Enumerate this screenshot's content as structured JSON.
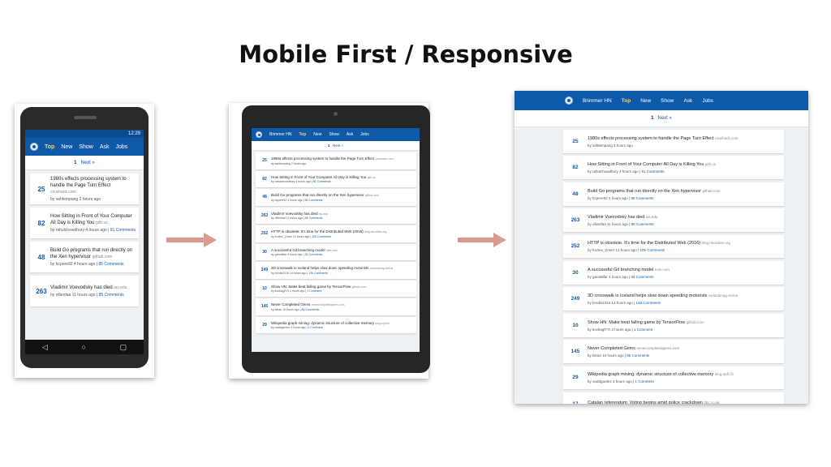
{
  "slide": {
    "title": "Mobile First / Responsive"
  },
  "app": {
    "brand": "Brimmer HN",
    "nav": [
      "Top",
      "New",
      "Show",
      "Ask",
      "Jobs"
    ],
    "pager": {
      "page": "1",
      "next": "Next »"
    }
  },
  "phone": {
    "status_time": "12:29",
    "nav_buttons": [
      "◁",
      "○",
      "▢"
    ],
    "stories": [
      {
        "score": "25",
        "title": "1980s effects processing system to handle the Page Turn Effect",
        "domain": "csushack.com",
        "meta": "by sahtempang 2 hours ago",
        "comments": ""
      },
      {
        "score": "82",
        "title": "How Sitting in Front of Your Computer All Day is Killing You",
        "domain": "gith.us",
        "meta": "by rahulchowdhury 4 hours ago |",
        "comments": "81 Comments"
      },
      {
        "score": "48",
        "title": "Build Go programs that run directly on the Xen hypervisor",
        "domain": "github.com",
        "meta": "by bcpere92 4 hours ago |",
        "comments": "85 Comments"
      },
      {
        "score": "263",
        "title": "Vladimir Voevodsky has died",
        "domain": "ias.edu",
        "meta": "by ollienfaa 11 hours ago |",
        "comments": "85 Comments"
      }
    ]
  },
  "tablet": {
    "stories": [
      {
        "score": "25",
        "title": "1980s effects processing system to handle the Page Turn Effect",
        "domain": "csushack.com",
        "meta": "by sahtempang 2 hours ago",
        "comments": ""
      },
      {
        "score": "82",
        "title": "How Sitting in Front of Your Computer All Day is Killing You",
        "domain": "gith.us",
        "meta": "by rahulchowdhury 4 hours ago |",
        "comments": "81 Comments"
      },
      {
        "score": "48",
        "title": "Build Go programs that run directly on the Xen hypervisor",
        "domain": "github.com",
        "meta": "by bcpere92 4 hours ago |",
        "comments": "85 Comments"
      },
      {
        "score": "263",
        "title": "Vladimir Voevodsky has died",
        "domain": "ias.edu",
        "meta": "by ollienfaa 11 hours ago |",
        "comments": "85 Comments"
      },
      {
        "score": "252",
        "title": "HTTP is obsolete. It's time for the Distributed Web (2016)",
        "domain": "blog.neocities.org",
        "meta": "by Kortex_Zoner 13 hours ago |",
        "comments": "105 Comments"
      },
      {
        "score": "30",
        "title": "A successful Git branching model",
        "domain": "nvie.com",
        "meta": "by gandalfar 4 hours ago |",
        "comments": "34 Comments"
      },
      {
        "score": "249",
        "title": "3D crosswalk in Iceland helps slow down speeding motorists",
        "domain": "icelandmag.visir.is",
        "meta": "by bredis2315 14 hours ago |",
        "comments": "126 Comments"
      },
      {
        "score": "10",
        "title": "Show HN: Make beat falling game by TensorFlow",
        "domain": "github.com",
        "meta": "by kovkaglTYI 3 hours ago |",
        "comments": "1 Comment"
      },
      {
        "score": "145",
        "title": "Never Completed Gems",
        "domain": "nevercompletedgems.com",
        "meta": "by biiran 10 hours ago |",
        "comments": "85 Comments"
      },
      {
        "score": "29",
        "title": "Wikipedia graph mining: dynamic structure of collective memory",
        "domain": "blog.epfl.ch",
        "meta": "by ooddgardez 4 hours ago |",
        "comments": "1 Comment"
      }
    ]
  },
  "desktop": {
    "stories": [
      {
        "score": "25",
        "title": "1980s effects processing system to handle the Page Turn Effect",
        "domain": "csushack.com",
        "meta": "by sahtempang 2 hours ago",
        "comments": ""
      },
      {
        "score": "82",
        "title": "How Sitting in Front of Your Computer All Day is Killing You",
        "domain": "gith.us",
        "meta": "by rahulchowdhury 4 hours ago |",
        "comments": "81 Comments"
      },
      {
        "score": "48",
        "title": "Build Go programs that run directly on the Xen hypervisor",
        "domain": "github.com",
        "meta": "by bcpere92 4 hours ago |",
        "comments": "85 Comments"
      },
      {
        "score": "263",
        "title": "Vladimir Voevodsky has died",
        "domain": "ias.edu",
        "meta": "by ollienfaa 11 hours ago |",
        "comments": "85 Comments"
      },
      {
        "score": "252",
        "title": "HTTP is obsolete. It's time for the Distributed Web (2016)",
        "domain": "blog.neocities.org",
        "meta": "by Kortex_Zoner 13 hours ago |",
        "comments": "105 Comments"
      },
      {
        "score": "30",
        "title": "A successful Git branching model",
        "domain": "nvie.com",
        "meta": "by gandalfar 4 hours ago |",
        "comments": "34 Comments"
      },
      {
        "score": "249",
        "title": "3D crosswalk in Iceland helps slow down speeding motorists",
        "domain": "icelandmag.visir.is",
        "meta": "by bredis2315 14 hours ago |",
        "comments": "126 Comments"
      },
      {
        "score": "10",
        "title": "Show HN: Make beat falling game by TensorFlow",
        "domain": "github.com",
        "meta": "by kovkaglTYI 3 hours ago |",
        "comments": "1 Comment"
      },
      {
        "score": "145",
        "title": "Never Completed Gems",
        "domain": "nevercompletedgems.com",
        "meta": "by biiran 10 hours ago |",
        "comments": "85 Comments"
      },
      {
        "score": "29",
        "title": "Wikipedia graph mining: dynamic structure of collective memory",
        "domain": "blog.epfl.ch",
        "meta": "by ooddgardez 4 hours ago |",
        "comments": "1 Comment"
      },
      {
        "score": "17",
        "title": "Catalan referendum: Voting begins amid police crackdown",
        "domain": "bbc.co.uk",
        "meta": "",
        "comments": ""
      }
    ]
  },
  "colors": {
    "header_blue": "#0f5aa8",
    "active_nav": "#f5d76e",
    "arrow": "#d99a90"
  }
}
